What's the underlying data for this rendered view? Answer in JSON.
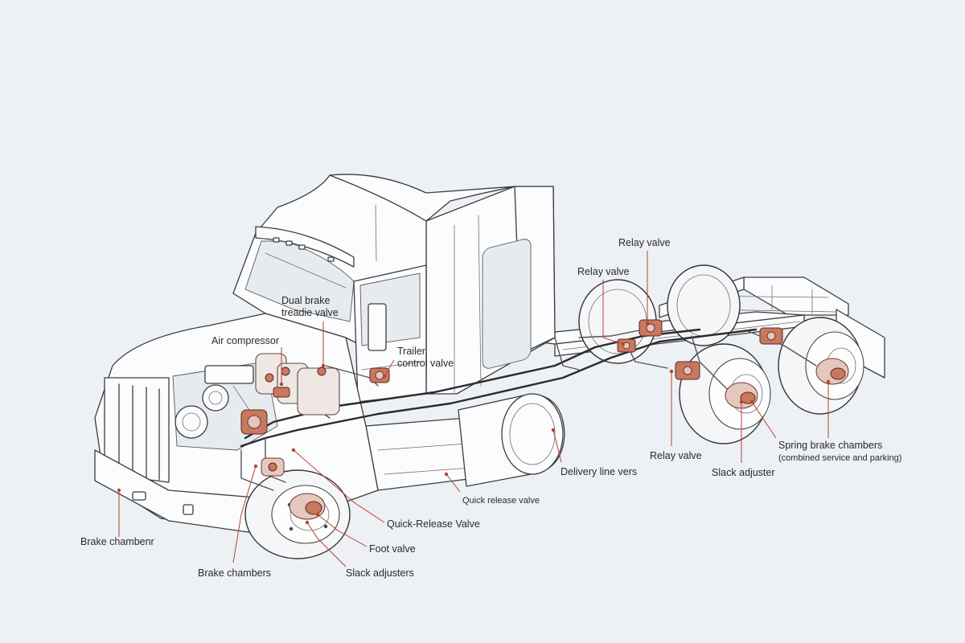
{
  "labels": {
    "dual_brake_treadle_valve": [
      "Dual brake",
      "treadie valve"
    ],
    "air_compressor": "Air compressor",
    "trailer_control_valve": [
      "Trailer",
      "control valve"
    ],
    "relay_valve_top": "Relay valve",
    "relay_valve_mid": "Relay valve",
    "relay_valve_lower": "Relay valve",
    "delivery_line": "Delivery line vers",
    "quick_release_valve_lower": "Quick release valve",
    "quick_release_valve_front": "Quick-Release Valve",
    "foot_valve": "Foot valve",
    "slack_adjusters": "Slack adjusters",
    "slack_adjuster": "Slack adjuster",
    "spring_brake_chambers": [
      "Spring brake chambers",
      "(combined service and parking)"
    ],
    "brake_chamber": "Brake chambenr",
    "brake_chambers": "Brake chambers"
  },
  "colors": {
    "background": "#edf0f4",
    "line_art": "#3c3c3c",
    "component_accent": "#c9775f",
    "leader_line": "#b5452e"
  }
}
